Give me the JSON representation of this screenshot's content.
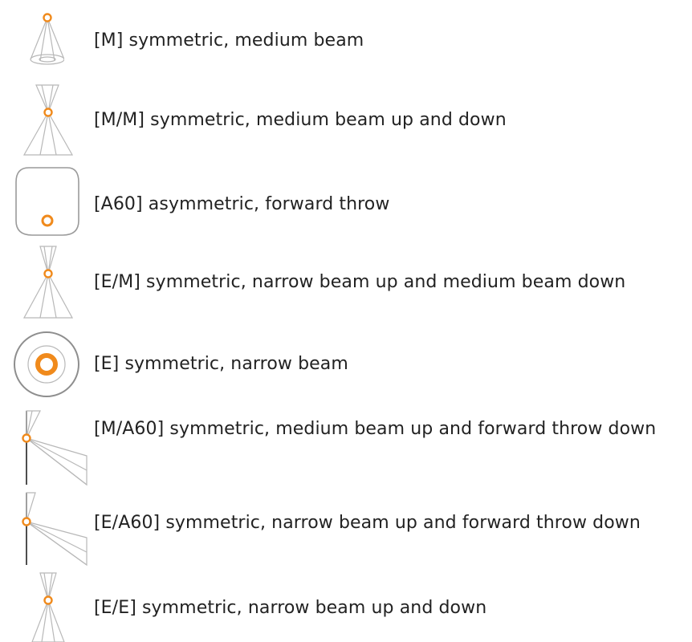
{
  "legend": {
    "items": [
      {
        "label": "[M] symmetric, medium beam",
        "icon": "medium-beam-down-icon"
      },
      {
        "label": "[M/M] symmetric, medium beam up and down",
        "icon": "medium-beam-up-down-icon"
      },
      {
        "label": "[A60] asymmetric, forward throw",
        "icon": "forward-throw-icon"
      },
      {
        "label": "[E/M] symmetric, narrow beam up and medium beam down",
        "icon": "narrow-up-medium-down-icon"
      },
      {
        "label": "[E] symmetric, narrow beam",
        "icon": "narrow-beam-icon"
      },
      {
        "label": "[M/A60] symmetric, medium beam up and forward throw down",
        "icon": "medium-up-forward-down-icon"
      },
      {
        "label": "[E/A60] symmetric, narrow beam up and forward throw down",
        "icon": "narrow-up-forward-down-icon"
      },
      {
        "label": "[E/E] symmetric, narrow beam up and down",
        "icon": "narrow-beam-up-down-icon"
      }
    ]
  },
  "colors": {
    "accent": "#f08a1c",
    "outline": "#b8b8b8",
    "text": "#222222"
  }
}
